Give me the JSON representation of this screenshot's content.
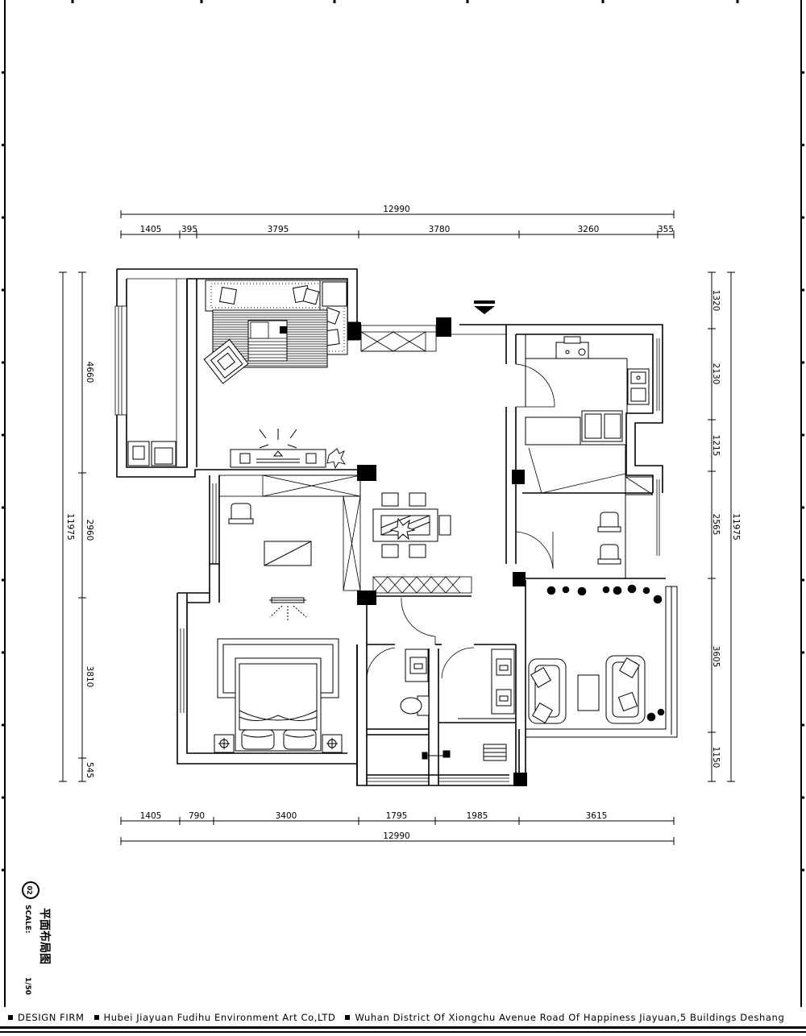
{
  "drawing": {
    "top_dimensions": {
      "total": "12990",
      "segments": [
        "1405",
        "395",
        "3795",
        "3780",
        "3260",
        "355"
      ]
    },
    "bottom_dimensions": {
      "total": "12990",
      "segments": [
        "1405",
        "790",
        "3400",
        "1795",
        "1985",
        "3615"
      ]
    },
    "left_dimensions": {
      "total": "11975",
      "segments": [
        "4660",
        "2960",
        "3810",
        "545"
      ]
    },
    "right_dimensions": {
      "total": "11975",
      "segments": [
        "1320",
        "2130",
        "1215",
        "2565",
        "3605",
        "1150"
      ]
    }
  },
  "plan_label": {
    "number": "02",
    "title": "平面布局图",
    "scale_label": "SCALE:",
    "scale_value": "1/50"
  },
  "title_block": {
    "field1": "DESIGN FIRM",
    "field2": "Hubei Jiayuan Fudihu Environment Art Co,LTD",
    "field3": "Wuhan District Of Xiongchu Avenue Road Of Happiness Jiayuan,5 Buildings Deshang"
  }
}
